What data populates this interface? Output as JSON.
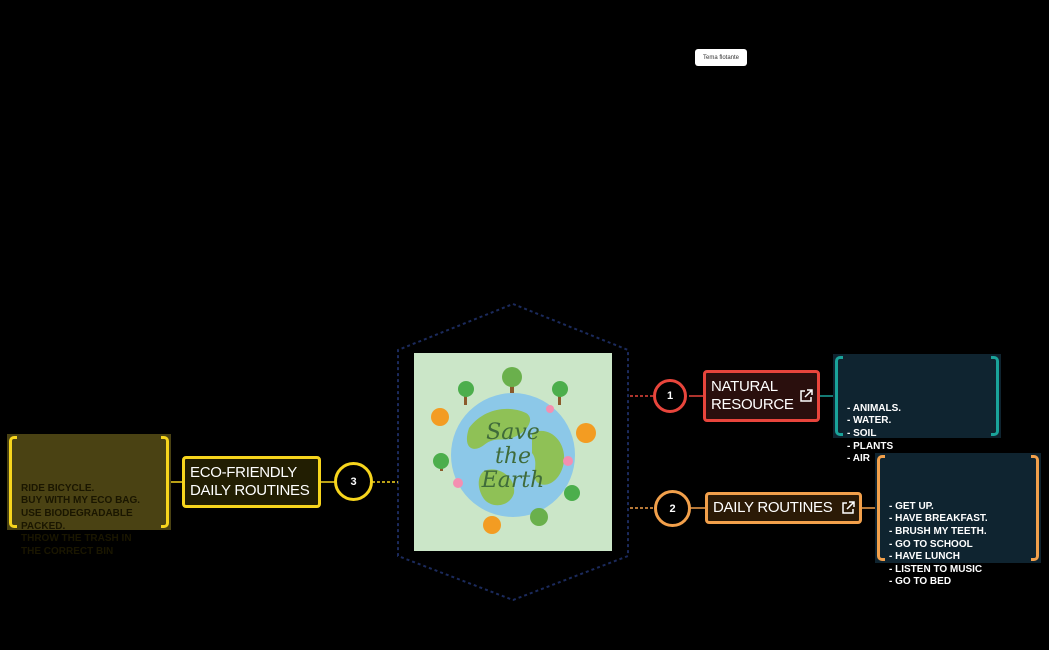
{
  "floating_topic": {
    "label": "Tema flotante"
  },
  "central": {
    "image_text": [
      "Save",
      "the",
      "Earth"
    ]
  },
  "colors": {
    "natural": "#e8453c",
    "daily": "#f2a04b",
    "eco": "#f7d51d",
    "teal": "#1aa39a",
    "note_dark": "#0f2430",
    "eco_note_bg": "#4a4213",
    "eco_note_text": "#1a1600"
  },
  "branches": {
    "natural": {
      "number": "1",
      "label": "NATURAL\nRESOURCE",
      "link_icon": "external-link-icon",
      "note": "- ANIMALS.\n- WATER.\n- SOIL\n-  PLANTS\n-  AIR"
    },
    "daily": {
      "number": "2",
      "label": "DAILY ROUTINES",
      "link_icon": "external-link-icon",
      "note": "- GET  UP.\n- HAVE BREAKFAST.\n- BRUSH MY TEETH.\n- GO TO SCHOOL\n- HAVE LUNCH\n- LISTEN TO MUSIC\n- GO TO BED"
    },
    "eco": {
      "number": "3",
      "label": "ECO-FRIENDLY\nDAILY ROUTINES",
      "note": "RIDE BICYCLE.\nBUY WITH MY ECO BAG.\nUSE BIODEGRADABLE\nPACKED.\nTHROW THE TRASH IN\nTHE CORRECT BIN"
    }
  }
}
